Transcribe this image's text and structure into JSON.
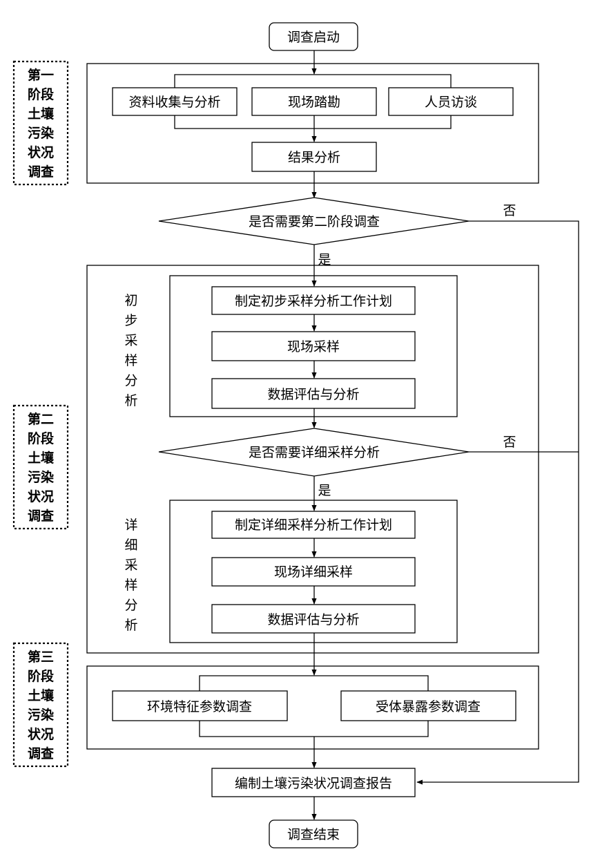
{
  "stages": {
    "stage1": [
      "第一",
      "阶段",
      "土壤",
      "污染",
      "状况",
      "调查"
    ],
    "stage2": [
      "第二",
      "阶段",
      "土壤",
      "污染",
      "状况",
      "调查"
    ],
    "stage3": [
      "第三",
      "阶段",
      "土壤",
      "污染",
      "状况",
      "调查"
    ]
  },
  "nodes": {
    "start": "调查启动",
    "data_collection": "资料收集与分析",
    "site_visit": "现场踏勘",
    "interview": "人员访谈",
    "result_analysis": "结果分析",
    "decision1": "是否需要第二阶段调查",
    "prelim_plan": "制定初步采样分析工作计划",
    "prelim_sampling": "现场采样",
    "prelim_eval": "数据评估与分析",
    "decision2": "是否需要详细采样分析",
    "detail_plan": "制定详细采样分析工作计划",
    "detail_sampling": "现场详细采样",
    "detail_eval": "数据评估与分析",
    "env_params": "环境特征参数调查",
    "receptor_params": "受体暴露参数调查",
    "report": "编制土壤污染状况调查报告",
    "end": "调查结束"
  },
  "groups": {
    "prelim": [
      "初",
      "步",
      "采",
      "样",
      "分",
      "析"
    ],
    "detail": [
      "详",
      "细",
      "采",
      "样",
      "分",
      "析"
    ]
  },
  "edge_labels": {
    "yes1": "是",
    "no1": "否",
    "yes2": "是",
    "no2": "否"
  }
}
